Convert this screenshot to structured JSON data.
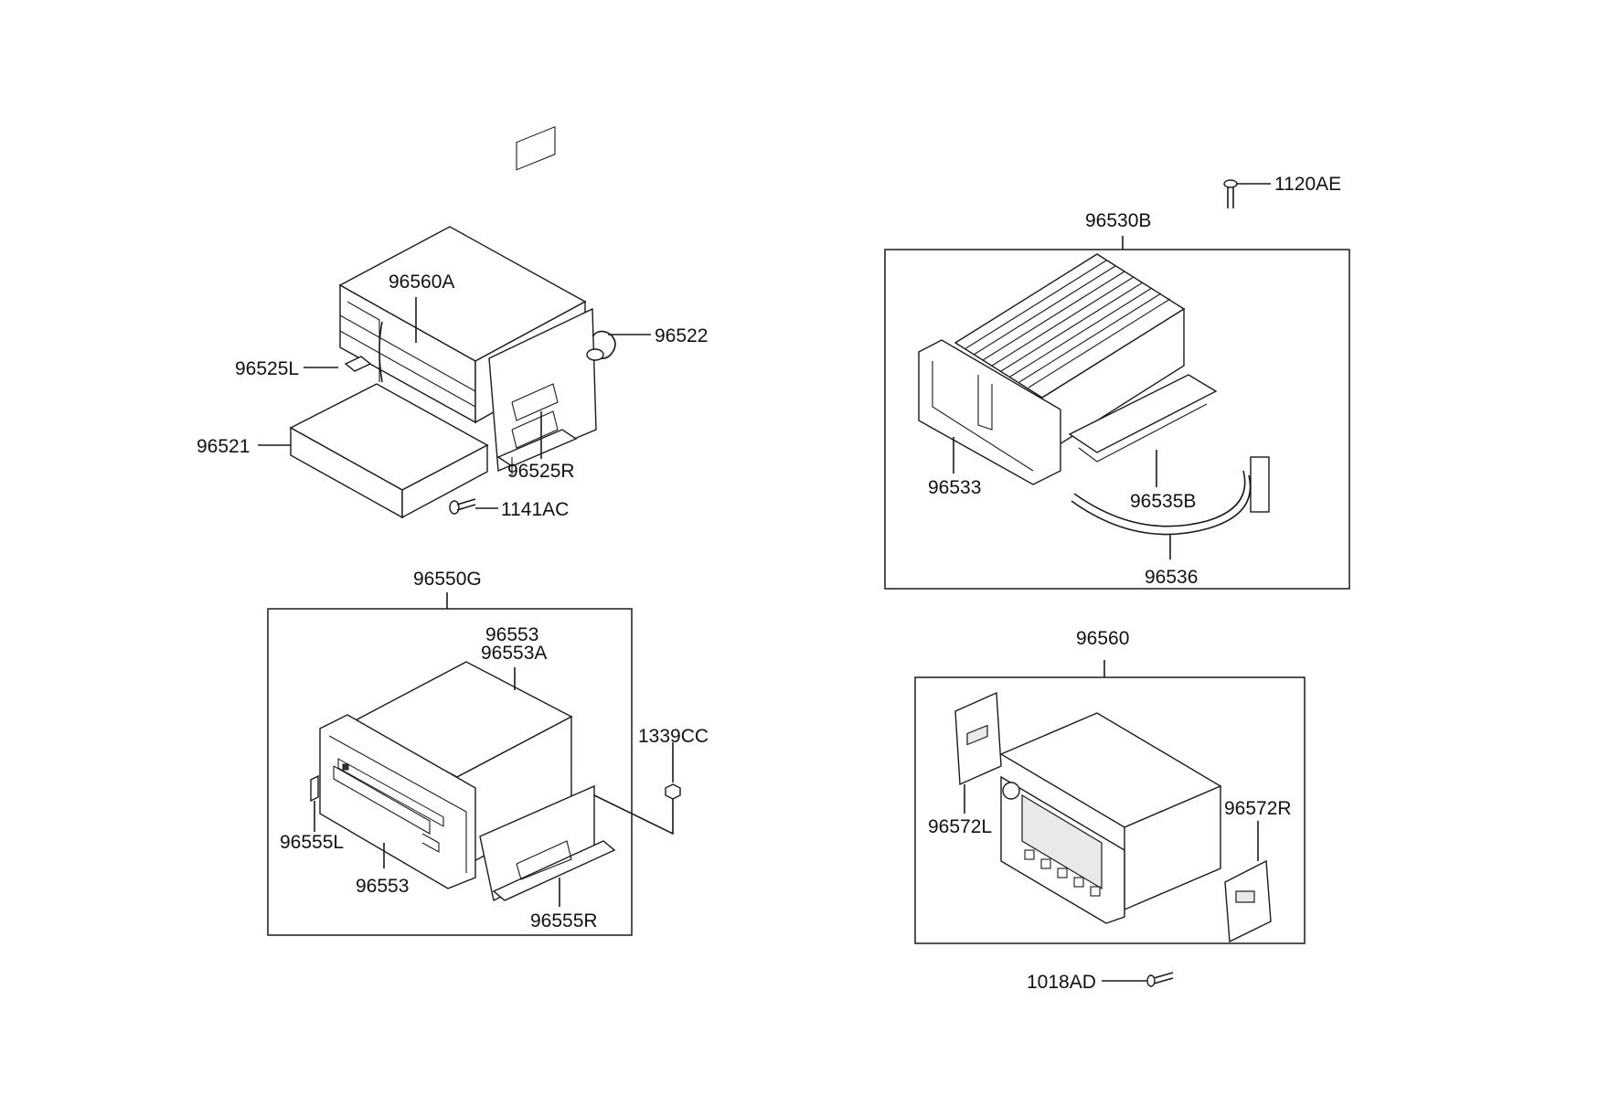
{
  "labels": {
    "p96560A": "96560A",
    "p96522": "96522",
    "p96525L": "96525L",
    "p96521": "96521",
    "p96525R": "96525R",
    "p1141AC": "1141AC",
    "p1120AE": "1120AE",
    "p96530B": "96530B",
    "p96533": "96533",
    "p96535B": "96535B",
    "p96536": "96536",
    "p96550G": "96550G",
    "p96553_top": "96553",
    "p96553A": "96553A",
    "p1339CC": "1339CC",
    "p96555L": "96555L",
    "p96553_bottom": "96553",
    "p96555R": "96555R",
    "p96560": "96560",
    "p96572L": "96572L",
    "p96572R": "96572R",
    "p1018AD": "1018AD"
  },
  "colors": {
    "line": "#1a1a1a",
    "background": "#ffffff",
    "text": "#111111"
  }
}
